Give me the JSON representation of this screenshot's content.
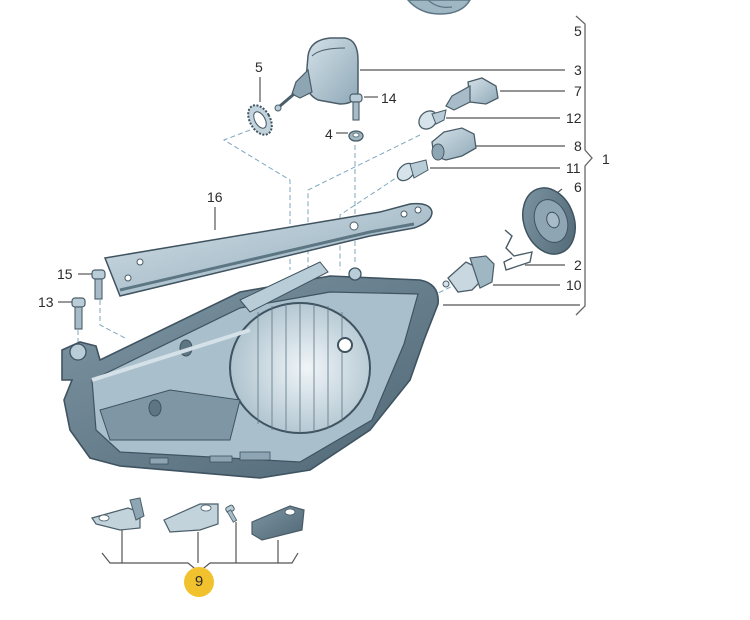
{
  "diagram": {
    "title": "Headlight assembly exploded view",
    "colors": {
      "part_fill": "#b9cdd8",
      "part_light": "#d8e4ea",
      "part_dark": "#5d7684",
      "outline": "#4a5d68",
      "leader": "#555555",
      "dashed": "#7fa7bf",
      "highlight": "#f2c12e"
    },
    "callouts": {
      "c1": "1",
      "c2": "2",
      "c3": "3",
      "c4": "4",
      "c5_top": "5",
      "c5_washer": "5",
      "c6": "6",
      "c7": "7",
      "c8": "8",
      "c9": "9",
      "c10": "10",
      "c11": "11",
      "c12": "12",
      "c13": "13",
      "c14": "14",
      "c15": "15",
      "c16": "16"
    },
    "parts": [
      {
        "ref": "1",
        "name": "headlight-assembly"
      },
      {
        "ref": "2",
        "name": "retaining-spring-clip"
      },
      {
        "ref": "3",
        "name": "headlight-range-motor"
      },
      {
        "ref": "4",
        "name": "nut"
      },
      {
        "ref": "5",
        "name": "lock-washer"
      },
      {
        "ref": "6",
        "name": "cover-cap"
      },
      {
        "ref": "7",
        "name": "bulb-socket"
      },
      {
        "ref": "8",
        "name": "bulb-socket"
      },
      {
        "ref": "9",
        "name": "repair-bracket-set"
      },
      {
        "ref": "10",
        "name": "halogen-bulb"
      },
      {
        "ref": "11",
        "name": "wedge-bulb"
      },
      {
        "ref": "12",
        "name": "wedge-bulb"
      },
      {
        "ref": "13",
        "name": "bolt"
      },
      {
        "ref": "14",
        "name": "bolt"
      },
      {
        "ref": "15",
        "name": "bolt"
      },
      {
        "ref": "16",
        "name": "support-bracket"
      }
    ],
    "highlighted_ref": "9"
  }
}
